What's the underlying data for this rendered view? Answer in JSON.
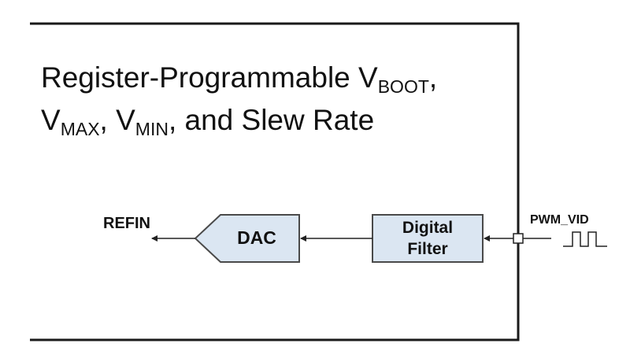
{
  "title": {
    "line1": {
      "text": "Register-Programmable V",
      "sub": "BOOT",
      "suffix": ","
    },
    "line2": {
      "v1": "V",
      "sub1": "MAX",
      "sep": ", ",
      "v2": "V",
      "sub2": "MIN",
      "rest": ", and Slew Rate"
    }
  },
  "blocks": {
    "dac": "DAC",
    "filter_line1": "Digital",
    "filter_line2": "Filter"
  },
  "signals": {
    "output": "REFIN",
    "input": "PWM_VID"
  },
  "colors": {
    "block_fill": "#dbe6f2",
    "block_stroke": "#4a4a4a",
    "line": "#222222",
    "frame": "#1a1a1a"
  }
}
